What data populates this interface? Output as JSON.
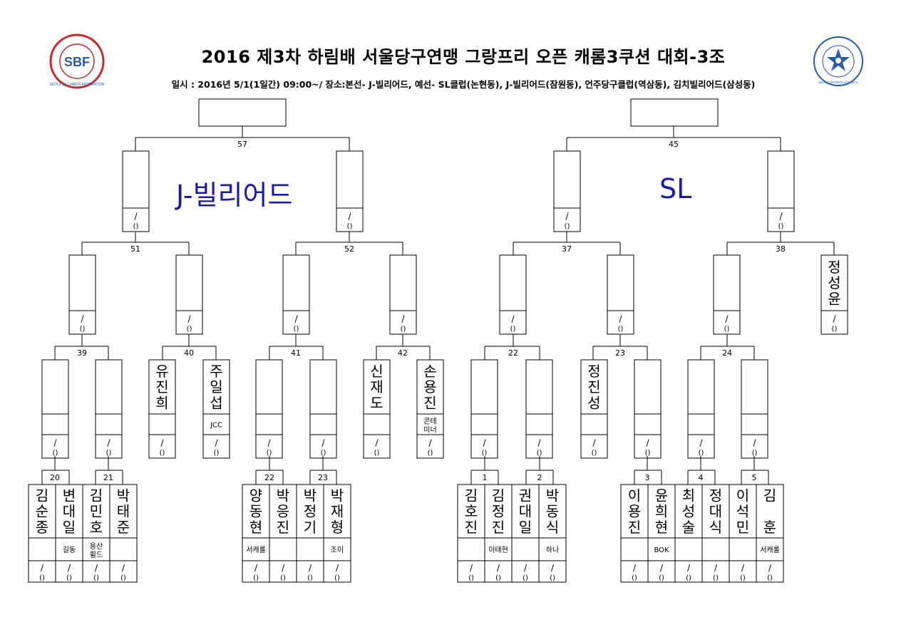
{
  "header": {
    "title": "2016 제3차 하림배 서울당구연맹 그랑프리 오픈 캐롬3쿠션 대회-3조",
    "subtitle": "일시 : 2016년 5/1(1일간) 09:00~/ 장소:본선- J-빌리어드, 예선- SL클럽(논현동), J-빌리어드(잠원동), 언주당구클럽(역삼동), 김치빌리어드(삼성동)",
    "left_logo_text": "SBF",
    "left_logo_ring": "SEOUL BILLIARDS FEDERATION",
    "right_logo_ring": "SEOUL SPORTS COUNCIL"
  },
  "venues": {
    "left": "J-빌리어드",
    "right": "SL"
  },
  "score_text": {
    "slash": "/",
    "paren": "()"
  },
  "match_numbers": [
    "57",
    "45",
    "51",
    "52",
    "37",
    "38",
    "39",
    "40",
    "41",
    "42",
    "22",
    "23",
    "24",
    "20",
    "21",
    "22",
    "23",
    "1",
    "2",
    "3",
    "4",
    "5"
  ],
  "players": [
    {
      "name": "정성윤",
      "club": ""
    },
    {
      "name": "유진희",
      "club": ""
    },
    {
      "name": "주일섭",
      "club": "JCC"
    },
    {
      "name": "신재도",
      "club": ""
    },
    {
      "name": "손용진",
      "club": "콘테미너"
    },
    {
      "name": "정진성",
      "club": ""
    },
    {
      "name": "김순종",
      "club": ""
    },
    {
      "name": "변대일",
      "club": "길동"
    },
    {
      "name": "김민호",
      "club": "용산휠드"
    },
    {
      "name": "박태준",
      "club": ""
    },
    {
      "name": "양동현",
      "club": "서캐롤"
    },
    {
      "name": "박응진",
      "club": ""
    },
    {
      "name": "박정기",
      "club": ""
    },
    {
      "name": "박재형",
      "club": "조이"
    },
    {
      "name": "김호진",
      "club": ""
    },
    {
      "name": "김정진",
      "club": "이태현"
    },
    {
      "name": "권대일",
      "club": ""
    },
    {
      "name": "박동식",
      "club": "하나"
    },
    {
      "name": "이용진",
      "club": ""
    },
    {
      "name": "윤희현",
      "club": "BOK"
    },
    {
      "name": "최성술",
      "club": ""
    },
    {
      "name": "정대식",
      "club": ""
    },
    {
      "name": "이석민",
      "club": ""
    },
    {
      "name": "김 훈",
      "club": "서캐롤"
    }
  ],
  "colors": {
    "venue_text": "#1a1aa8",
    "logo_red": "#c8282d",
    "logo_blue": "#2a5aa8"
  }
}
